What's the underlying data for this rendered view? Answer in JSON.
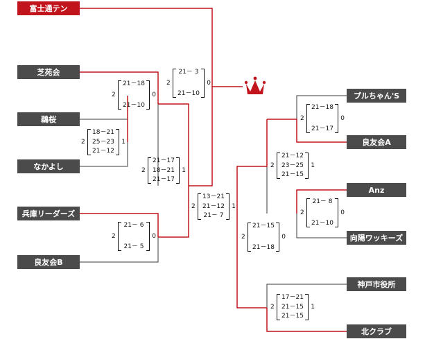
{
  "colors": {
    "win": "#c2141c",
    "line": "#3a3a3a",
    "team_bg": "#4b4b4b",
    "champion_bg": "#c2141c"
  },
  "teams": {
    "fujitsu_ten": "富士通テン",
    "shibaen": "芝苑会",
    "kakuou": "鵜桜",
    "nakayoshi": "なかよし",
    "hyogo": "兵庫リーダーズ",
    "ryoyu_b": "良友会B",
    "purucha": "プルちゃん'S",
    "ryoyu_a": "良友会A",
    "anz": "Anz",
    "mukaihi": "向陽ワッキーズ",
    "kobe": "神戸市役所",
    "kita": "北クラブ"
  },
  "matches": [
    {
      "left": "2",
      "right": "0",
      "sets": [
        "21－18",
        "21－10"
      ]
    },
    {
      "left": "2",
      "right": "1",
      "sets": [
        "18－21",
        "25－23",
        "21－12"
      ]
    },
    {
      "left": "2",
      "right": "0",
      "sets": [
        "21－ 6",
        "21－ 5"
      ]
    },
    {
      "left": "2",
      "right": "1",
      "sets": [
        "21－17",
        "18－21",
        "21－17"
      ]
    },
    {
      "left": "2",
      "right": "1",
      "sets": [
        "13－21",
        "21－12",
        "21－ 7"
      ]
    },
    {
      "left": "2",
      "right": "0",
      "sets": [
        "21－ 3",
        "21－10"
      ]
    },
    {
      "left": "2",
      "right": "0",
      "sets": [
        "21－18",
        "21－17"
      ]
    },
    {
      "left": "2",
      "right": "0",
      "sets": [
        "21－ 8",
        "21－10"
      ]
    },
    {
      "left": "2",
      "right": "1",
      "sets": [
        "21－12",
        "23－25",
        "21－15"
      ]
    },
    {
      "left": "2",
      "right": "1",
      "sets": [
        "17－21",
        "21－15",
        "21－15"
      ]
    },
    {
      "left": "2",
      "right": "0",
      "sets": [
        "21－15",
        "21－18"
      ]
    }
  ],
  "champion_icon": "crown-icon"
}
